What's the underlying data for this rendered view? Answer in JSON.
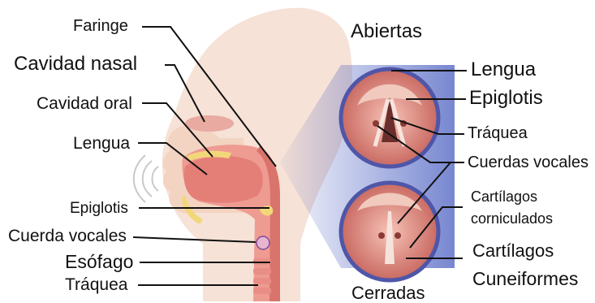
{
  "colors": {
    "skin": "#f6d9c9",
    "tissue": "#ee9b92",
    "tissue_dark": "#c0524d",
    "fat": "#f2d77a",
    "sky": "#4a5fc1",
    "ring": "#4f56a8",
    "leader": "#111111"
  },
  "titles": {
    "open": "Abiertas",
    "closed": "Cerradas"
  },
  "left_labels": [
    {
      "id": "faringe",
      "text": "Faringe"
    },
    {
      "id": "cavidad-nasal",
      "text": "Cavidad nasal"
    },
    {
      "id": "cavidad-oral",
      "text": "Cavidad oral"
    },
    {
      "id": "lengua",
      "text": "Lengua"
    },
    {
      "id": "epiglotis",
      "text": "Epiglotis"
    },
    {
      "id": "cuerda-vocales",
      "text": "Cuerda vocales"
    },
    {
      "id": "esofago",
      "text": "Esófago"
    },
    {
      "id": "traquea",
      "text": "Tráquea"
    }
  ],
  "right_labels": [
    {
      "id": "lengua",
      "text": "Lengua"
    },
    {
      "id": "epiglotis",
      "text": "Epiglotis"
    },
    {
      "id": "traquea",
      "text": "Tráquea"
    },
    {
      "id": "cuerdas-vocales",
      "text": "Cuerdas vocales"
    },
    {
      "id": "cartilagos-corniculados-1",
      "text": "Cartílagos"
    },
    {
      "id": "cartilagos-corniculados-2",
      "text": "corniculados"
    },
    {
      "id": "cartilagos-cuneiformes-1",
      "text": "Cartílagos"
    },
    {
      "id": "cartilagos-cuneiformes-2",
      "text": "Cuneiformes"
    }
  ]
}
